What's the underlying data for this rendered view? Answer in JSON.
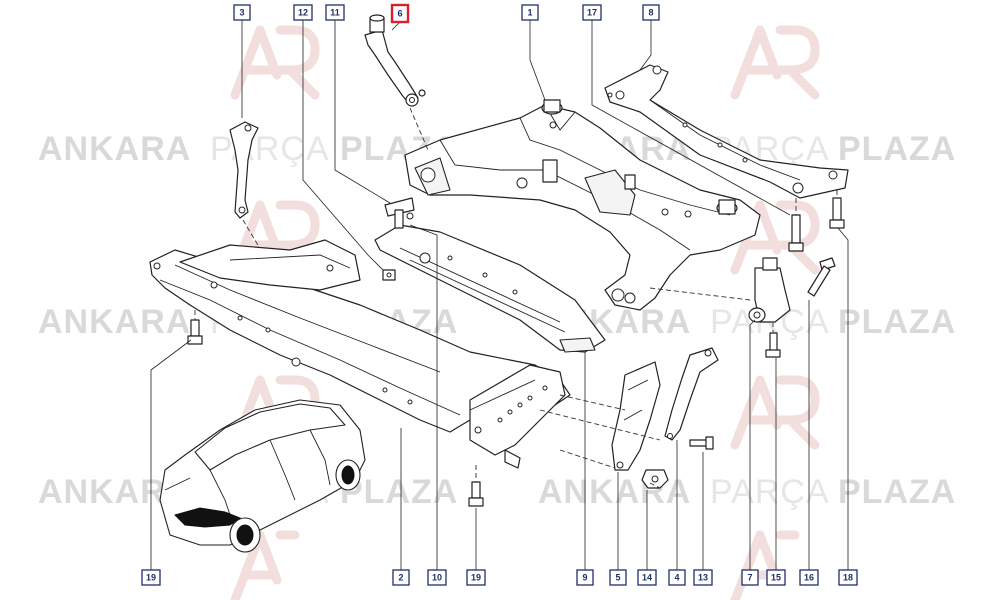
{
  "watermark": {
    "word1": "ANKARA",
    "word2": "PARÇA",
    "word3": "PLAZA",
    "logo_color": "#f0d5d5",
    "text_color": "#d9d9d9"
  },
  "highlight_color": "#d8222a",
  "callout_color": "#1f2f6b",
  "callouts": {
    "c1": "1",
    "c2": "2",
    "c3": "3",
    "c4": "4",
    "c5": "5",
    "c6": "6",
    "c7": "7",
    "c8": "8",
    "c9": "9",
    "c10": "10",
    "c11": "11",
    "c12": "12",
    "c13": "13",
    "c14": "14",
    "c15": "15",
    "c16": "16",
    "c17": "17",
    "c18": "18",
    "c19a": "19",
    "c19b": "19"
  },
  "highlighted_callout": "6"
}
